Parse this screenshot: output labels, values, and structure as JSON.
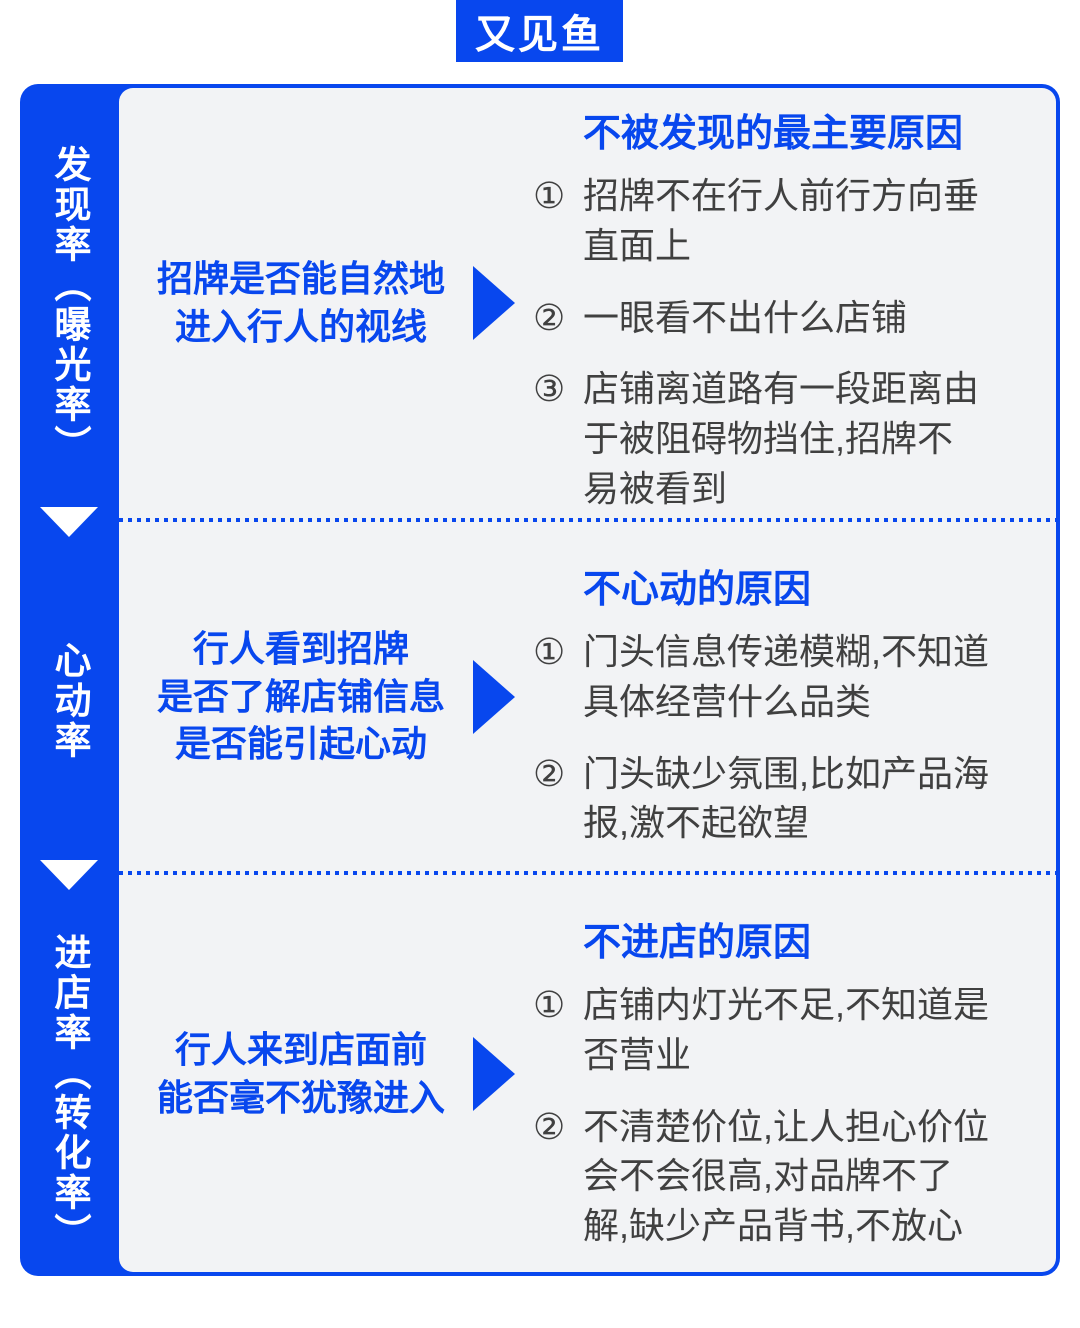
{
  "logo": {
    "text": "又见鱼"
  },
  "colors": {
    "accent_blue": "#0847ee",
    "panel_background": "#f2f3f5",
    "body_text": "#404040"
  },
  "sections": [
    {
      "sidebar_label": "发现率（曝光率）",
      "question": "招牌是否能自然地\n进入行人的视线",
      "heading": "不被发现的最主要原因",
      "items": [
        {
          "num": "①",
          "text": "招牌不在行人前行方向垂\n直面上"
        },
        {
          "num": "②",
          "text": "一眼看不出什么店铺"
        },
        {
          "num": "③",
          "text": "店铺离道路有一段距离由\n于被阻碍物挡住,招牌不\n易被看到"
        }
      ]
    },
    {
      "sidebar_label": "心动率",
      "question": "行人看到招牌\n是否了解店铺信息\n是否能引起心动",
      "heading": "不心动的原因",
      "items": [
        {
          "num": "①",
          "text": "门头信息传递模糊,不知道\n具体经营什么品类"
        },
        {
          "num": "②",
          "text": "门头缺少氛围,比如产品海\n报,激不起欲望"
        }
      ]
    },
    {
      "sidebar_label": "进店率（转化率）",
      "question": "行人来到店面前\n能否毫不犹豫进入",
      "heading": "不进店的原因",
      "items": [
        {
          "num": "①",
          "text": "店铺内灯光不足,不知道是\n否营业"
        },
        {
          "num": "②",
          "text": "不清楚价位,让人担心价位\n会不会很高,对品牌不了\n解,缺少产品背书,不放心"
        }
      ]
    }
  ]
}
